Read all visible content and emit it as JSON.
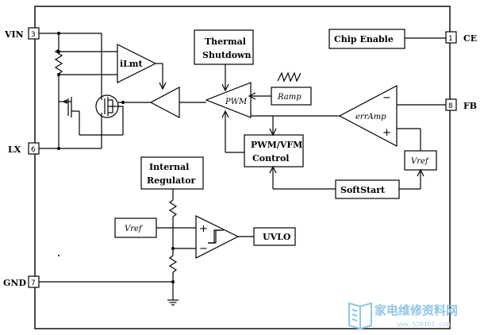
{
  "pins": {
    "vin": {
      "label": "VIN",
      "number": "3"
    },
    "lx": {
      "label": "LX",
      "number": "6"
    },
    "gnd": {
      "label": "GND",
      "number": "7"
    },
    "ce": {
      "label": "CE",
      "number": "1"
    },
    "fb": {
      "label": "FB",
      "number": "8"
    }
  },
  "blocks": {
    "chip_enable": "Chip Enable",
    "thermal_shutdown_line1": "Thermal",
    "thermal_shutdown_line2": "Shutdown",
    "ramp": "Ramp",
    "pwm": "PWM",
    "ilmt": "iLmt",
    "err_amp": "errAmp",
    "vref_err": "Vref",
    "pwm_vfm_control_line1": "PWM/VFM",
    "pwm_vfm_control_line2": "Control",
    "softstart": "SoftStart",
    "internal_regulator_line1": "Internal",
    "internal_regulator_line2": "Regulator",
    "vref_uvlo": "Vref",
    "uvlo": "UVLO"
  },
  "signs": {
    "plus": "+",
    "minus": "−"
  },
  "watermark": {
    "cn": "家电维修资料网",
    "url": "www.520101.com"
  },
  "colors": {
    "watermark": "#8fc6e6"
  }
}
